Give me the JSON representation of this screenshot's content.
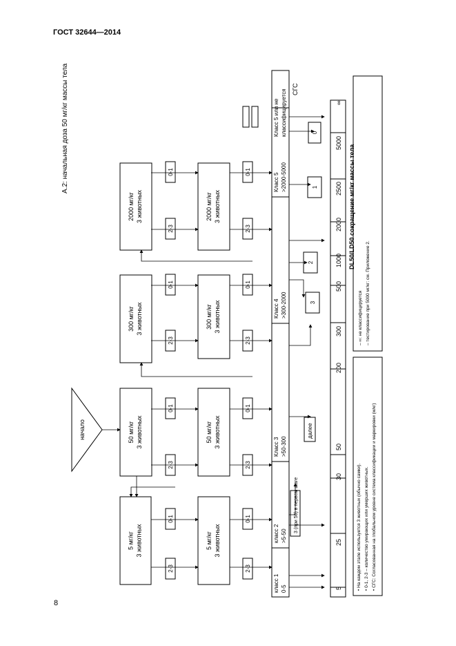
{
  "header": {
    "title": "ГОСТ 32644—2014"
  },
  "page_number": "8",
  "figure": {
    "caption": "А.2: начальная доза 50 мг/кг массы тела",
    "start_label": "начало",
    "boxes": {
      "dose_5_a": [
        "5 мг/кг",
        "3 животных"
      ],
      "dose_5_b": [
        "5 мг/кг",
        "3 животных"
      ],
      "dose_50_a": [
        "50 мг/кг",
        "3 животных"
      ],
      "dose_50_b": [
        "50 мг/кг",
        "3 животных"
      ],
      "dose_300_a": [
        "300 мг/кг",
        "3 животных"
      ],
      "dose_300_b": [
        "300 мг/кг",
        "3 животных"
      ],
      "dose_2000_a": [
        "2000 мг/кг",
        "3 животных"
      ],
      "dose_2000_b": [
        "2000 мг/кг",
        "3 животных"
      ]
    },
    "outcome_01": "0-1",
    "outcome_23": "2-3",
    "classes": [
      "класс 1\n0-5",
      "класс 2\n>5-50",
      "Класс 3\n>50-300",
      "Класс 4\n>300-2000",
      "Класс 5\n>2000-5000",
      "Класс 5 или не\nклассифицируется"
    ],
    "ghs_label": "СГС",
    "axis_ticks": [
      "5",
      "25",
      "30",
      "50",
      "200",
      "300",
      "500",
      "1000",
      "2000",
      "2500",
      "5000",
      "∞"
    ],
    "axis_title": "DL50/LD50 сокращение мг/кг массы тела",
    "note_first_step": "3 (при 50) в первом шаге",
    "note_stop": "далее",
    "count_boxes": [
      "3",
      "2",
      "1",
      "0"
    ],
    "legend_left": [
      "На каждом этапе используется 3 животных (обычно самки).",
      "0-1, 2-3 – количество умирающих или умерших животных.",
      "СГС: Согласованная на глобальном уровне система классификации и маркировки (м/кг)"
    ],
    "legend_right": [
      "– ∞: не классифицируется",
      "– тестирование при 5000 мг/кг: см. Приложение 2."
    ]
  }
}
